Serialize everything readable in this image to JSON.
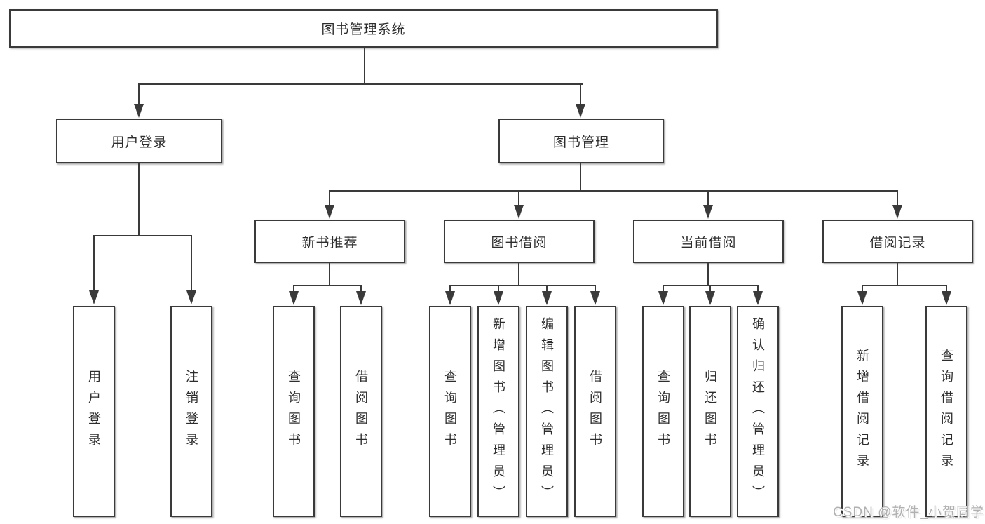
{
  "tree": {
    "root": "图书管理系统",
    "branches": [
      {
        "label": "用户登录",
        "leaves": [
          "用户登录",
          "注销登录"
        ]
      },
      {
        "label": "图书管理",
        "sections": [
          {
            "label": "新书推荐",
            "leaves": [
              "查询图书",
              "借阅图书"
            ]
          },
          {
            "label": "图书借阅",
            "leaves": [
              "查询图书",
              "新增图书（管理员）",
              "编辑图书（管理员）",
              "借阅图书"
            ]
          },
          {
            "label": "当前借阅",
            "leaves": [
              "查询图书",
              "归还图书",
              "确认归还（管理员）"
            ]
          },
          {
            "label": "借阅记录",
            "leaves": [
              "新增借阅记录",
              "查询借阅记录"
            ]
          }
        ]
      }
    ]
  },
  "watermark": "CSDN @软件_小贺同学",
  "colors": {
    "line": "#3a3a3a",
    "text": "#2d2d2d",
    "watermark": "#b1b1b1",
    "background": "#ffffff"
  }
}
